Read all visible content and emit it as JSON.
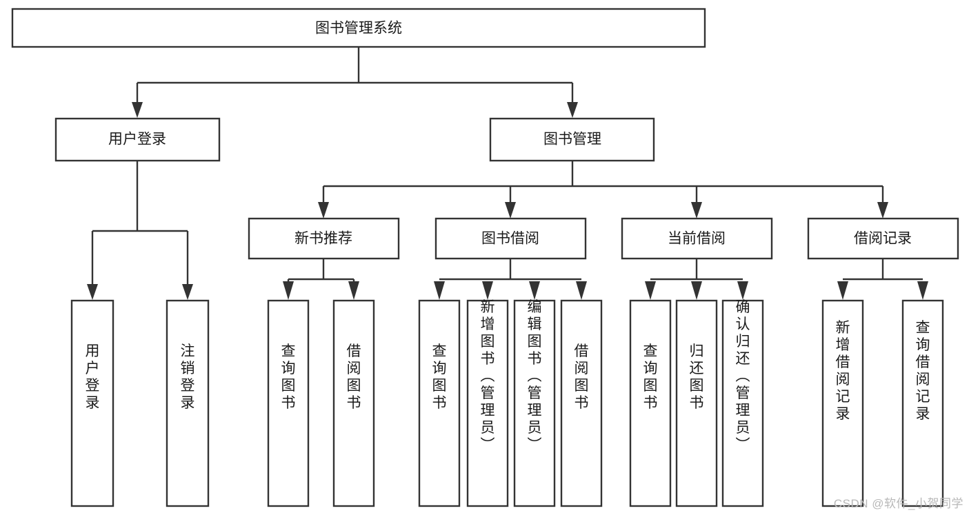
{
  "diagram": {
    "title": "图书管理系统",
    "type": "tree-hierarchy-diagram",
    "colors": {
      "box_fill": "#ffffff",
      "box_stroke": "#333333",
      "text": "#1a1a1a",
      "background": "#ffffff",
      "watermark": "#b8b8b8"
    },
    "root": {
      "label": "图书管理系统"
    },
    "level2": [
      {
        "label": "用户登录"
      },
      {
        "label": "图书管理"
      }
    ],
    "level3": [
      {
        "label": "新书推荐"
      },
      {
        "label": "图书借阅"
      },
      {
        "label": "当前借阅"
      },
      {
        "label": "借阅记录"
      }
    ],
    "leaves": {
      "user_login": [
        {
          "label": "用户登录"
        },
        {
          "label": "注销登录"
        }
      ],
      "new_book_recommend": [
        {
          "label": "查询图书"
        },
        {
          "label": "借阅图书"
        }
      ],
      "book_borrow": [
        {
          "label": "查询图书"
        },
        {
          "label": "新增图书（管理员）"
        },
        {
          "label": "编辑图书（管理员）"
        },
        {
          "label": "借阅图书"
        }
      ],
      "current_borrow": [
        {
          "label": "查询图书"
        },
        {
          "label": "归还图书"
        },
        {
          "label": "确认归还（管理员）"
        }
      ],
      "borrow_record": [
        {
          "label": "新增借阅记录"
        },
        {
          "label": "查询借阅记录"
        }
      ]
    }
  },
  "watermark": {
    "text": "CSDN @软件_小贺同学"
  }
}
